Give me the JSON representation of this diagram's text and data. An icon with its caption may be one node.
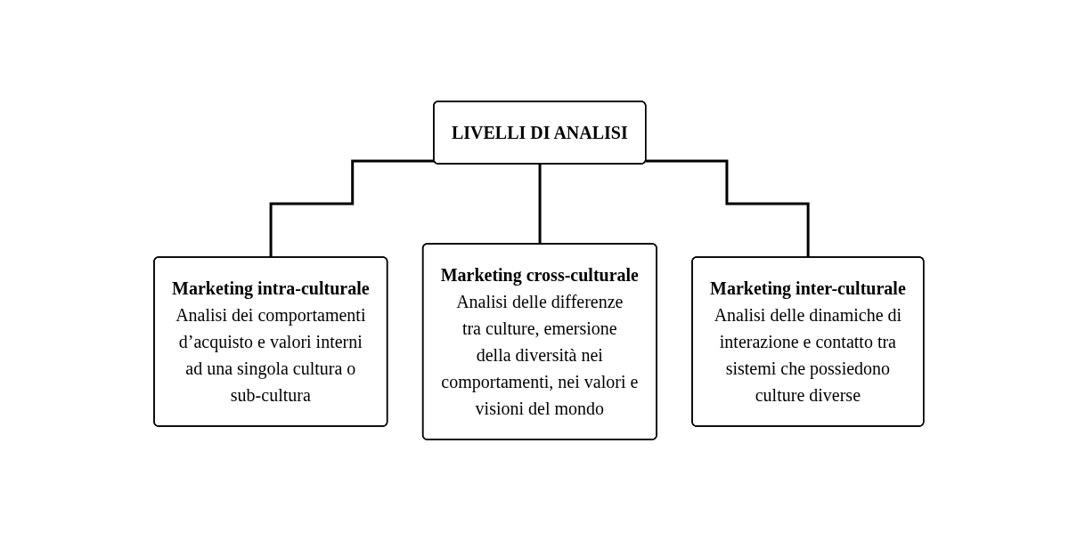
{
  "diagram": {
    "nodes": [
      {
        "text": [
          "LIVELLI DI ANALISI"
        ]
      },
      {
        "text": [
          "Marketing intra-culturale",
          "Analisi dei comportamenti d’acquisto e valori interni ad una singola cultura o sub-cultura"
        ]
      },
      {
        "text": [
          "Marketing cross-culturale",
          "Analisi delle differenze tra culture, emersione della diversità nei comportamenti, nei valori e visioni del mondo"
        ]
      },
      {
        "text": [
          "Marketing inter-culturale",
          "Analisi delle dinamiche di interazione e contatto tra sistemi che possiedono culture diverse"
        ]
      }
    ],
    "edges": [
      {
        "from": 0,
        "to": 1,
        "arrow": "none"
      },
      {
        "from": 0,
        "to": 2,
        "arrow": "none"
      },
      {
        "from": 0,
        "to": 3,
        "arrow": "none"
      }
    ]
  }
}
